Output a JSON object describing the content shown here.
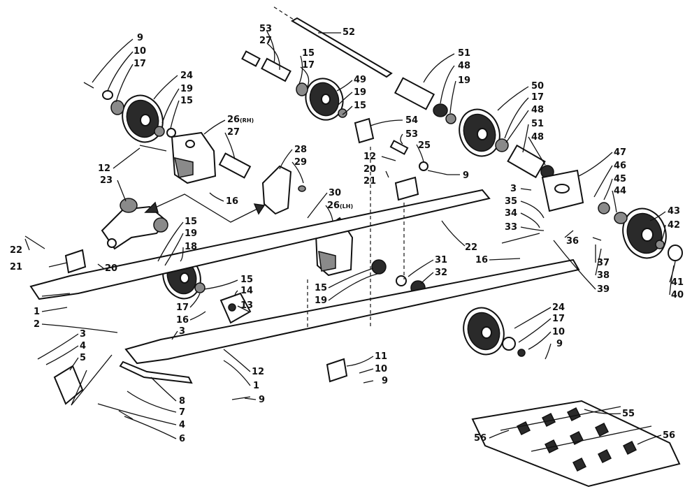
{
  "diagram": {
    "labels": [
      {
        "id": "l53a",
        "text": "53"
      },
      {
        "id": "l27a",
        "text": "27"
      },
      {
        "id": "l52",
        "text": "52"
      },
      {
        "id": "l15a",
        "text": "15"
      },
      {
        "id": "l17a",
        "text": "17"
      },
      {
        "id": "l49",
        "text": "49"
      },
      {
        "id": "l19a",
        "text": "19"
      },
      {
        "id": "l15b",
        "text": "15"
      },
      {
        "id": "l51a",
        "text": "51"
      },
      {
        "id": "l48a",
        "text": "48"
      },
      {
        "id": "l19b",
        "text": "19"
      },
      {
        "id": "l50",
        "text": "50"
      },
      {
        "id": "l17b",
        "text": "17"
      },
      {
        "id": "l48b",
        "text": "48"
      },
      {
        "id": "l51b",
        "text": "51"
      },
      {
        "id": "l48c",
        "text": "48"
      },
      {
        "id": "l9a",
        "text": "9"
      },
      {
        "id": "l10a",
        "text": "10"
      },
      {
        "id": "l17c",
        "text": "17"
      },
      {
        "id": "l24a",
        "text": "24"
      },
      {
        "id": "l19c",
        "text": "19"
      },
      {
        "id": "l15c",
        "text": "15"
      },
      {
        "id": "l26rh",
        "text": "26"
      },
      {
        "id": "l27b",
        "text": "27"
      },
      {
        "id": "l54",
        "text": "54"
      },
      {
        "id": "l53b",
        "text": "53"
      },
      {
        "id": "l25",
        "text": "25"
      },
      {
        "id": "l12a",
        "text": "12"
      },
      {
        "id": "l12b",
        "text": "12"
      },
      {
        "id": "l20a",
        "text": "20"
      },
      {
        "id": "l21a",
        "text": "21"
      },
      {
        "id": "l9b",
        "text": "9"
      },
      {
        "id": "l28",
        "text": "28"
      },
      {
        "id": "l29",
        "text": "29"
      },
      {
        "id": "l23",
        "text": "23"
      },
      {
        "id": "l16a",
        "text": "16"
      },
      {
        "id": "l30",
        "text": "30"
      },
      {
        "id": "l26lh",
        "text": "26"
      },
      {
        "id": "l47",
        "text": "47"
      },
      {
        "id": "l46",
        "text": "46"
      },
      {
        "id": "l45",
        "text": "45"
      },
      {
        "id": "l44",
        "text": "44"
      },
      {
        "id": "l3a",
        "text": "3"
      },
      {
        "id": "l35",
        "text": "35"
      },
      {
        "id": "l34",
        "text": "34"
      },
      {
        "id": "l33",
        "text": "33"
      },
      {
        "id": "l22a",
        "text": "22"
      },
      {
        "id": "l36",
        "text": "36"
      },
      {
        "id": "l43",
        "text": "43"
      },
      {
        "id": "l42",
        "text": "42"
      },
      {
        "id": "l16b",
        "text": "16"
      },
      {
        "id": "l37",
        "text": "37"
      },
      {
        "id": "l38",
        "text": "38"
      },
      {
        "id": "l39",
        "text": "39"
      },
      {
        "id": "l41",
        "text": "41"
      },
      {
        "id": "l40",
        "text": "40"
      },
      {
        "id": "l15d",
        "text": "15"
      },
      {
        "id": "l19d",
        "text": "19"
      },
      {
        "id": "l18",
        "text": "18"
      },
      {
        "id": "l22b",
        "text": "22"
      },
      {
        "id": "l21b",
        "text": "21"
      },
      {
        "id": "l20b",
        "text": "20"
      },
      {
        "id": "l15e",
        "text": "15"
      },
      {
        "id": "l14",
        "text": "14"
      },
      {
        "id": "l13",
        "text": "13"
      },
      {
        "id": "l17d",
        "text": "17"
      },
      {
        "id": "l16c",
        "text": "16"
      },
      {
        "id": "l31",
        "text": "31"
      },
      {
        "id": "l32",
        "text": "32"
      },
      {
        "id": "l15f",
        "text": "15"
      },
      {
        "id": "l19e",
        "text": "19"
      },
      {
        "id": "l1a",
        "text": "1"
      },
      {
        "id": "l2",
        "text": "2"
      },
      {
        "id": "l24b",
        "text": "24"
      },
      {
        "id": "l17e",
        "text": "17"
      },
      {
        "id": "l10b",
        "text": "10"
      },
      {
        "id": "l9c",
        "text": "9"
      },
      {
        "id": "l3b",
        "text": "3"
      },
      {
        "id": "l3c",
        "text": "3"
      },
      {
        "id": "l4a",
        "text": "4"
      },
      {
        "id": "l5",
        "text": "5"
      },
      {
        "id": "l12c",
        "text": "12"
      },
      {
        "id": "l1b",
        "text": "1"
      },
      {
        "id": "l11",
        "text": "11"
      },
      {
        "id": "l10c",
        "text": "10"
      },
      {
        "id": "l9d",
        "text": "9"
      },
      {
        "id": "l8",
        "text": "8"
      },
      {
        "id": "l7",
        "text": "7"
      },
      {
        "id": "l9e",
        "text": "9"
      },
      {
        "id": "l4b",
        "text": "4"
      },
      {
        "id": "l6",
        "text": "6"
      },
      {
        "id": "l55",
        "text": "55"
      },
      {
        "id": "l56a",
        "text": "56"
      },
      {
        "id": "l56b",
        "text": "56"
      }
    ],
    "side_marks": {
      "rh": "(RH)",
      "lh": "(LH)"
    }
  }
}
